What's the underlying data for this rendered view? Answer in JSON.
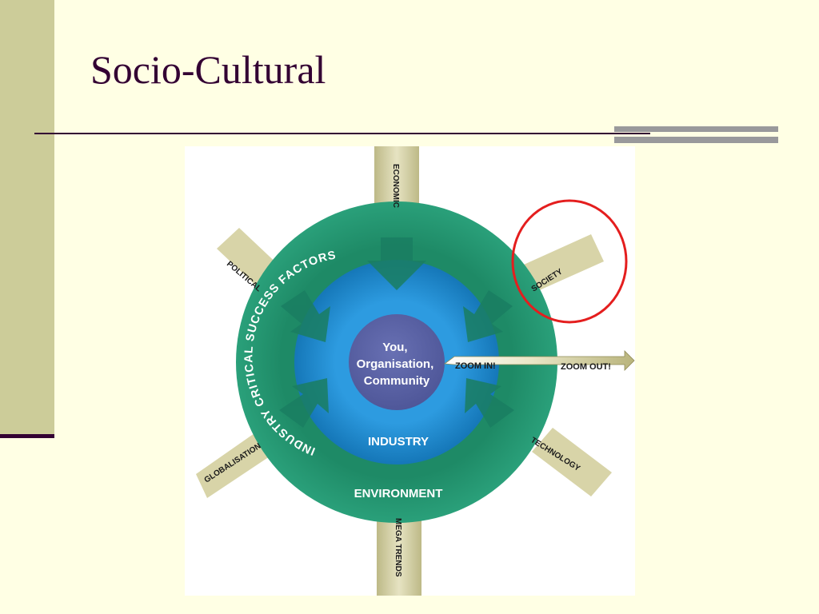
{
  "slide": {
    "title": "Socio-Cultural"
  },
  "diagram": {
    "center_label_lines": [
      "You,",
      "Organisation,",
      "Community"
    ],
    "inner_ring_label": "INDUSTRY",
    "outer_ring_label": "ENVIRONMENT",
    "arc_label": "INDUSTRY CRITICAL SUCCESS FACTORS",
    "zoom_in_label": "ZOOM IN!",
    "zoom_out_label": "ZOOM OUT!",
    "forces": {
      "economic": "ECONOMIC",
      "political": "POLITICAL",
      "society": "SOCIETY",
      "globalisation": "GLOBALISATION",
      "technology": "TECHNOLOGY",
      "mega_trends": "MEGA TRENDS"
    },
    "highlight": "society",
    "colors": {
      "outer_ring": "#22946E",
      "inner_ring": "#1E8FD6",
      "center": "#5A63A8",
      "force_bar": "#D8D4A8",
      "highlight_circle": "#E41E1E"
    }
  }
}
